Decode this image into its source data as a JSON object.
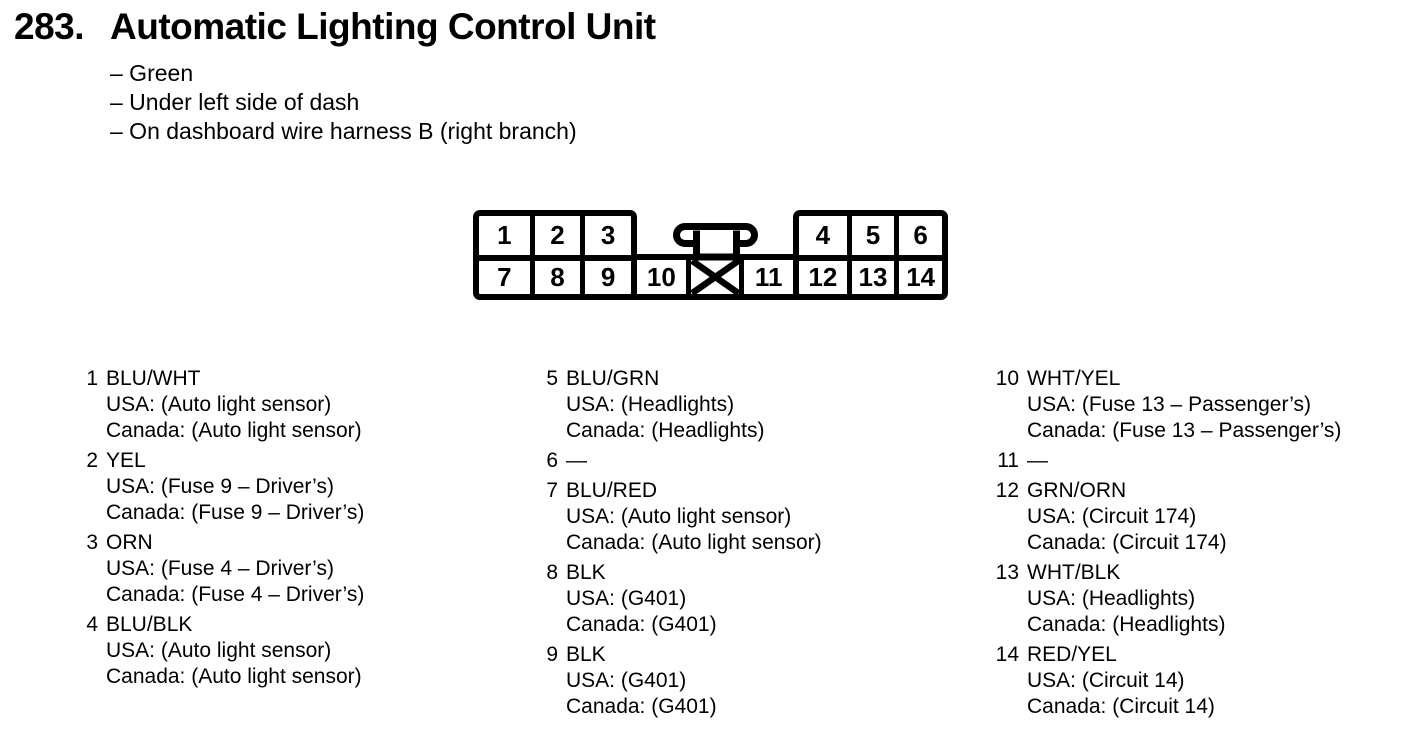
{
  "header": {
    "number": "283.",
    "title": "Automatic Lighting Control Unit",
    "notes": [
      "– Green",
      "– Under left side of dash",
      "– On dashboard wire harness B (right branch)"
    ]
  },
  "connector": {
    "top_left_pins": [
      "1",
      "2",
      "3"
    ],
    "top_right_pins": [
      "4",
      "5",
      "6"
    ],
    "mid_left_pin": "10",
    "mid_right_pin": "11",
    "bottom_left_pins": [
      "7",
      "8",
      "9"
    ],
    "bottom_right_pins": [
      "12",
      "13",
      "14"
    ],
    "blocked_cell_icon": "x-cross",
    "key_tab_icon": "t-key-tab",
    "line_color": "#000000"
  },
  "pin_list": {
    "columns": [
      {
        "entries": [
          {
            "num": "1",
            "label": "BLU/WHT",
            "usa": "USA: (Auto light sensor)",
            "canada": "Canada: (Auto light sensor)"
          },
          {
            "num": "2",
            "label": "YEL",
            "usa": "USA: (Fuse 9 – Driver’s)",
            "canada": "Canada: (Fuse 9 – Driver’s)"
          },
          {
            "num": "3",
            "label": "ORN",
            "usa": "USA: (Fuse 4 – Driver’s)",
            "canada": "Canada: (Fuse 4 – Driver’s)"
          },
          {
            "num": "4",
            "label": "BLU/BLK",
            "usa": "USA: (Auto light sensor)",
            "canada": "Canada: (Auto light sensor)"
          }
        ]
      },
      {
        "entries": [
          {
            "num": "5",
            "label": "BLU/GRN",
            "usa": "USA: (Headlights)",
            "canada": "Canada: (Headlights)"
          },
          {
            "num": "6",
            "label": "—",
            "usa": "",
            "canada": ""
          },
          {
            "num": "7",
            "label": "BLU/RED",
            "usa": "USA: (Auto light sensor)",
            "canada": "Canada: (Auto light sensor)"
          },
          {
            "num": "8",
            "label": "BLK",
            "usa": "USA: (G401)",
            "canada": "Canada: (G401)"
          },
          {
            "num": "9",
            "label": "BLK",
            "usa": "USA: (G401)",
            "canada": "Canada: (G401)"
          }
        ]
      },
      {
        "entries": [
          {
            "num": "10",
            "label": "WHT/YEL",
            "usa": "USA: (Fuse 13 – Passenger’s)",
            "canada": "Canada: (Fuse 13 – Passenger’s)"
          },
          {
            "num": "11",
            "label": "—",
            "usa": "",
            "canada": ""
          },
          {
            "num": "12",
            "label": "GRN/ORN",
            "usa": "USA: (Circuit 174)",
            "canada": "Canada: (Circuit 174)"
          },
          {
            "num": "13",
            "label": "WHT/BLK",
            "usa": "USA: (Headlights)",
            "canada": "Canada: (Headlights)"
          },
          {
            "num": "14",
            "label": "RED/YEL",
            "usa": "USA: (Circuit 14)",
            "canada": "Canada: (Circuit 14)"
          }
        ]
      }
    ]
  }
}
